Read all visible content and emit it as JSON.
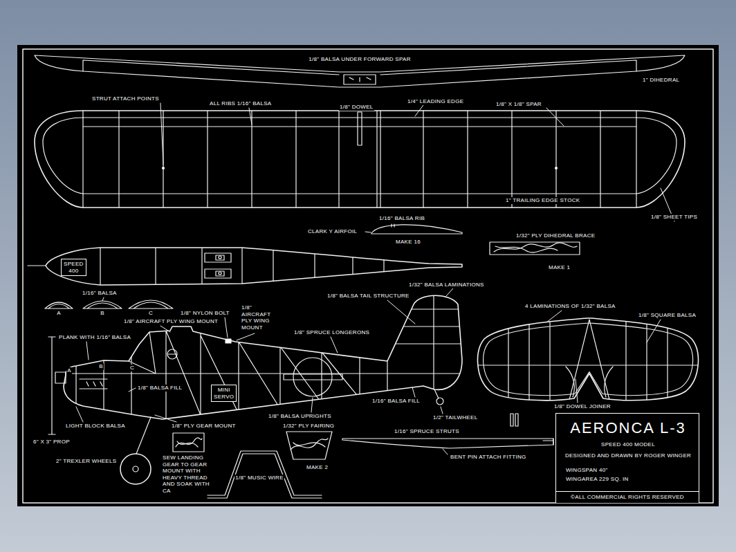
{
  "diagram": {
    "nodes": [
      {
        "text": [
          "AERONCA L-3",
          "SPEED 400 MODEL",
          "DESIGNED AND DRAWN BY ROGER WINGER",
          "WINGSPAN 40\"",
          "WINGAREA 229 SQ. IN"
        ]
      },
      {
        "text": [
          "©ALL COMMERCIAL RIGHTS RESERVED"
        ],
        "in": 0
      },
      {
        "text": [
          "SPEED 400"
        ]
      },
      {
        "text": [
          "MINI SERVO"
        ]
      }
    ],
    "labels": [
      "1/8\" BALSA UNDER FORWARD SPAR",
      "1\" DIHEDRAL",
      "STRUT ATTACH POINTS",
      "ALL RIBS 1/16\" BALSA",
      "1/8\" DOWEL",
      "1/4\" LEADING EDGE",
      "1/8\" X 1/8\" SPAR",
      "1\" TRAILING EDGE STOCK",
      "1/8\" SHEET TIPS",
      "CLARK Y AIRFOIL",
      "1/16\" BALSA RIB",
      "MAKE 16",
      "1/32\" PLY DIHEDRAL BRACE",
      "MAKE 1",
      "1/16\" BALSA",
      "A",
      "B",
      "C",
      "1/8\" NYLON BOLT",
      "1/8\" AIRCRAFT PLY WING MOUNT",
      "1/8\" AIRCRAFT PLY WING MOUNT",
      "PLANK WITH 1/16\" BALSA",
      "A",
      "B",
      "C",
      "1/8\" BALSA FILL",
      "1/8\" SPRUCE LONGERONS",
      "1/8\" BALSA TAIL STRUCTURE",
      "1/32\" BALSA LAMINATIONS",
      "4 LAMINATIONS OF 1/32\" BALSA",
      "1/8\" SQUARE BALSA",
      "1/8\" DOWEL JOINER",
      "1/16\" BALSA FILL",
      "1/2\" TAILWHEEL",
      "1/8\" BALSA UPRIGHTS",
      "1/32\" PLY FAIRING",
      "1/16\" SPRUCE STRUTS",
      "BENT PIN ATTACH FITTING",
      "LIGHT BLOCK BALSA",
      "1/8\" PLY GEAR MOUNT",
      "6\" X 3\" PROP",
      "2\" TREXLER WHEELS",
      "SEW LANDING GEAR TO GEAR MOUNT WITH HEAVY THREAD AND SOAK WITH CA",
      "1/8\" MUSIC WIRE",
      "MAKE 2"
    ]
  }
}
